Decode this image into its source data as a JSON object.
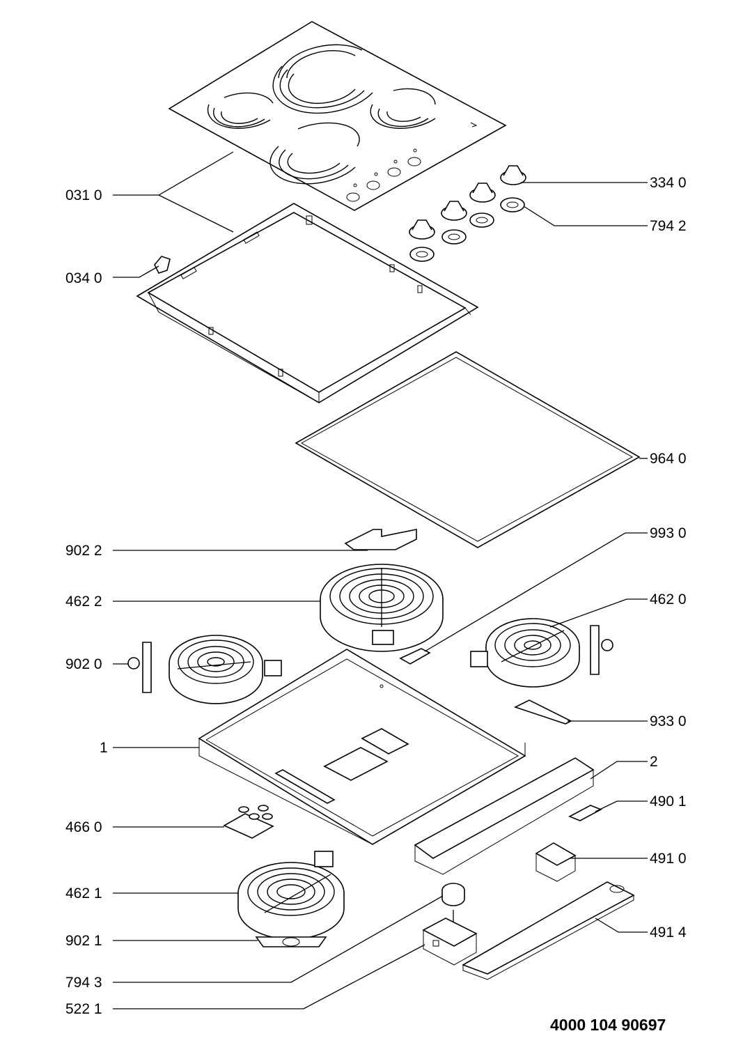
{
  "document_number": "4000 104 90697",
  "labels": {
    "l031": "031 0",
    "l034": "034 0",
    "l902_2": "902 2",
    "l462_2": "462 2",
    "l902_0": "902 0",
    "l1": "1",
    "l466": "466 0",
    "l462_1": "462 1",
    "l902_1": "902 1",
    "l794_3": "794 3",
    "l522": "522 1",
    "l334": "334 0",
    "l794_2": "794 2",
    "l964": "964 0",
    "l993": "993 0",
    "l462_0": "462 0",
    "l933": "933 0",
    "l2": "2",
    "l490": "490 1",
    "l491_0": "491 0",
    "l491_4": "491 4"
  }
}
